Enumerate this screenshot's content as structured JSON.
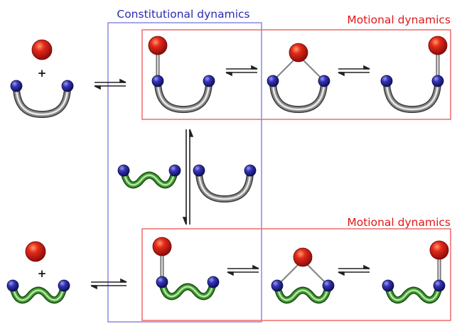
{
  "labels": {
    "constitutional": "Constitutional dynamics",
    "motional_top": "Motional dynamics",
    "motional_bottom": "Motional dynamics",
    "plus_top": "+",
    "plus_bottom": "+"
  },
  "colors": {
    "constitutional_box": "#8888e0",
    "constitutional_text": "#2b2bb0",
    "motional_box": "#ee6a6a",
    "motional_text": "#e01818",
    "red_ball": "#d81414",
    "blue_ball": "#2c2ca8",
    "gray_tube": "#8a8a8a",
    "green_tube": "#3e9a30",
    "bond": "#888888",
    "arrow": "#222222"
  },
  "icons": {
    "red": "red-sphere-icon",
    "blue": "blue-sphere-icon",
    "gray": "gray-u-tube-icon",
    "green": "green-wavy-tube-icon"
  }
}
